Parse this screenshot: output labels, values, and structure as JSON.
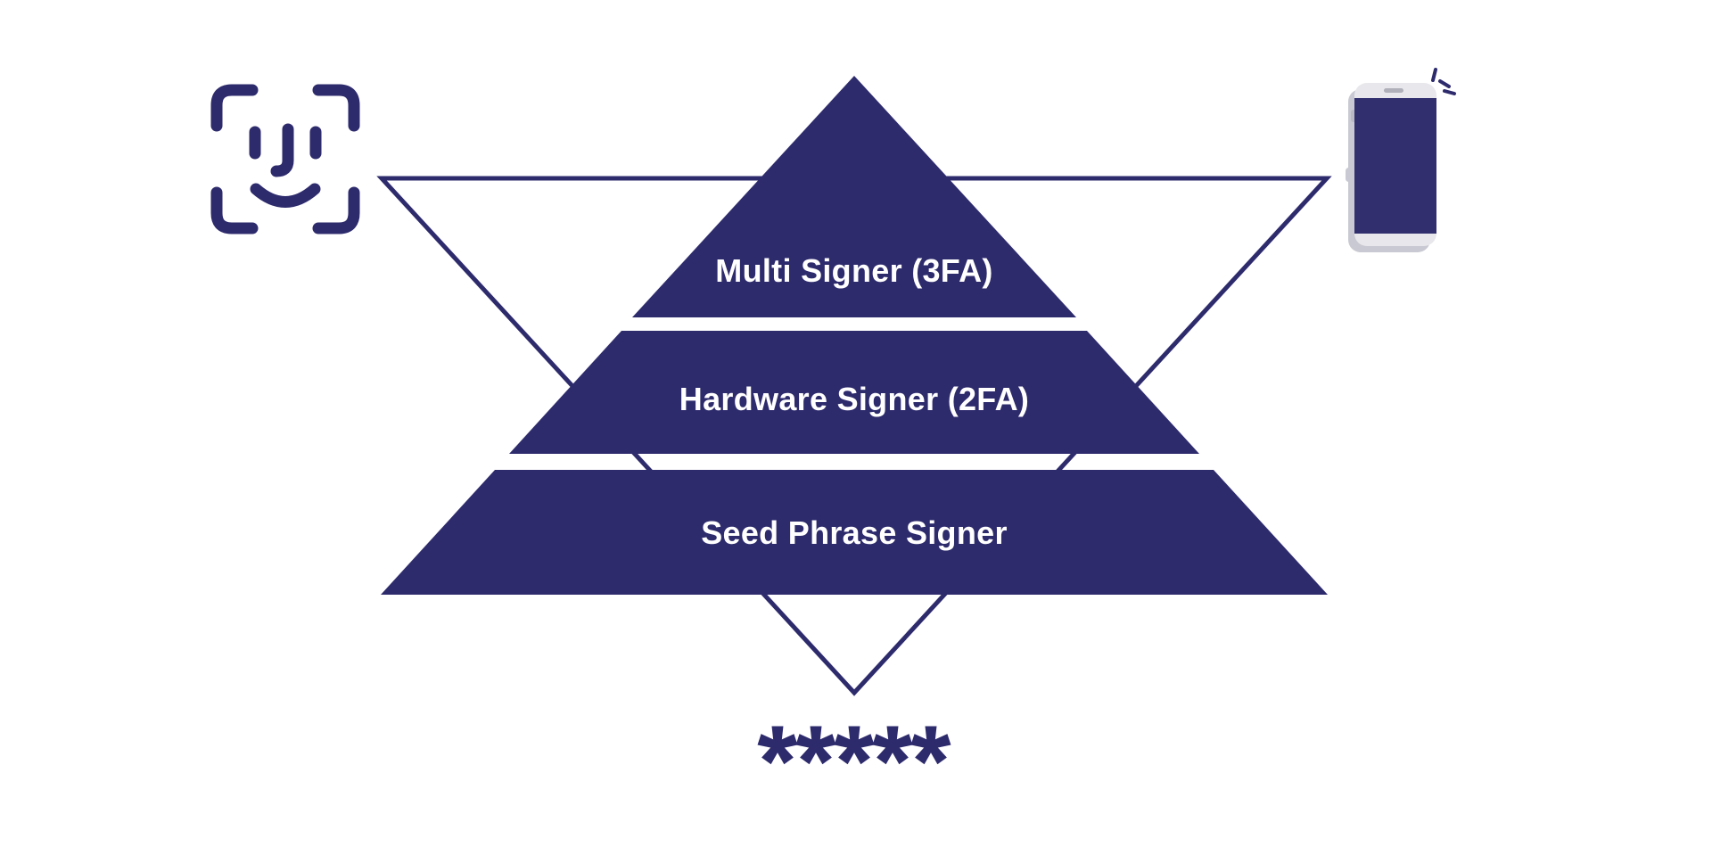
{
  "colors": {
    "navy": "#2e2b6d",
    "phone_screen": "#312f6e",
    "phone_body": "#e8e8ec",
    "phone_shadow": "#c9c9d3",
    "phone_button": "#b9b9c3",
    "phone_speaker": "#b0b0ba",
    "label_text": "#ffffff",
    "background": "#ffffff"
  },
  "diagram": {
    "tiers": [
      {
        "label": "Multi Signer (3FA)"
      },
      {
        "label": "Hardware Signer (2FA)"
      },
      {
        "label": "Seed Phrase Signer"
      }
    ]
  },
  "passcode": {
    "symbols": "*****"
  },
  "icons": {
    "top_left": "face-id-icon",
    "top_right": "smartphone-icon",
    "bottom": "asterisk-icon"
  }
}
